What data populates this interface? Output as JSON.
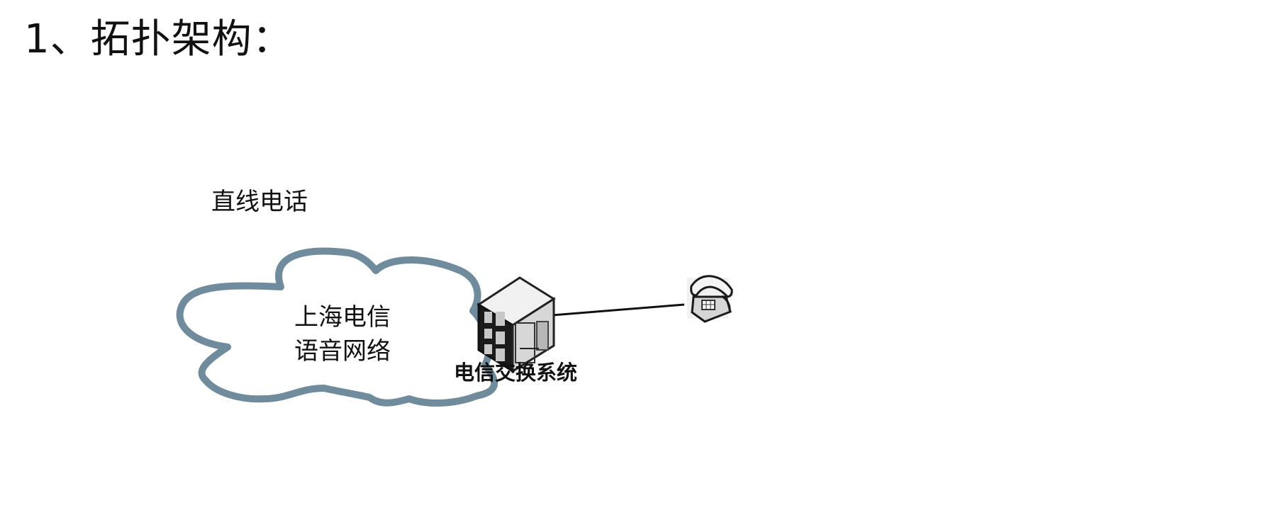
{
  "page": {
    "title": "1、拓扑架构："
  },
  "diagram": {
    "caption": "直线电话",
    "cloud": {
      "line1": "上海电信",
      "line2": "语音网络"
    },
    "switch": {
      "label": "电信交换系统"
    },
    "icons": {
      "cloud": "cloud-icon",
      "switch": "telecom-switch-icon",
      "phone": "telephone-icon"
    },
    "colors": {
      "cloud_outline": "#6f8b9c",
      "server_face": "#d7d7d7",
      "server_dark": "#1b1b1b",
      "phone_body": "#d6d6d6"
    }
  }
}
